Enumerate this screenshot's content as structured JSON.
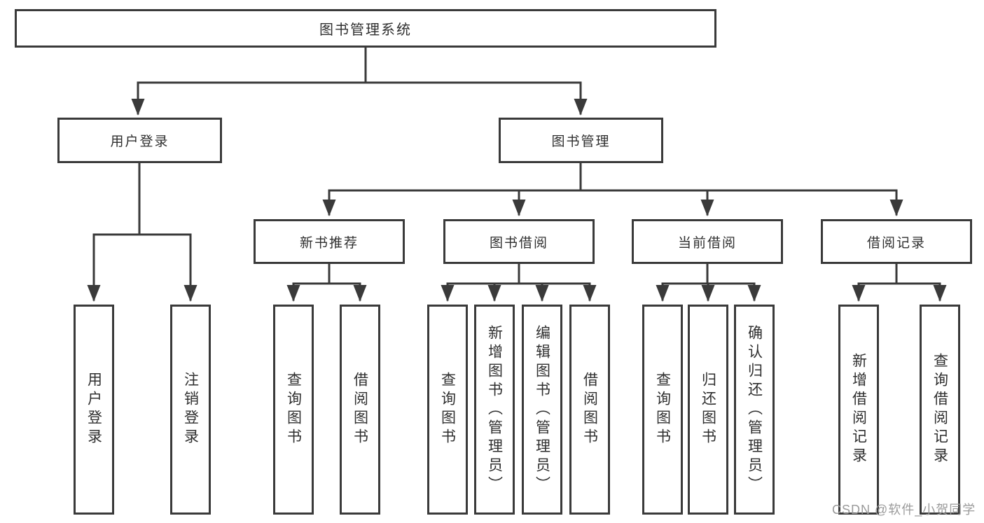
{
  "colors": {
    "line": "#3a3a3a",
    "box_border": "#3a3a3a",
    "text": "#2f2f2f",
    "watermark": "#9b9b9b",
    "background": "#ffffff"
  },
  "watermark": "CSDN @软件_小贺同学",
  "tree": {
    "root": "图书管理系统",
    "children": [
      {
        "label": "用户登录",
        "children": [
          "用户登录",
          "注销登录"
        ]
      },
      {
        "label": "图书管理",
        "children": [
          {
            "label": "新书推荐",
            "children": [
              "查询图书",
              "借阅图书"
            ]
          },
          {
            "label": "图书借阅",
            "children": [
              "查询图书",
              "新增图书（管理员）",
              "编辑图书（管理员）",
              "借阅图书"
            ]
          },
          {
            "label": "当前借阅",
            "children": [
              "查询图书",
              "归还图书",
              "确认归还（管理员）"
            ]
          },
          {
            "label": "借阅记录",
            "children": [
              "新增借阅记录",
              "查询借阅记录"
            ]
          }
        ]
      }
    ]
  }
}
